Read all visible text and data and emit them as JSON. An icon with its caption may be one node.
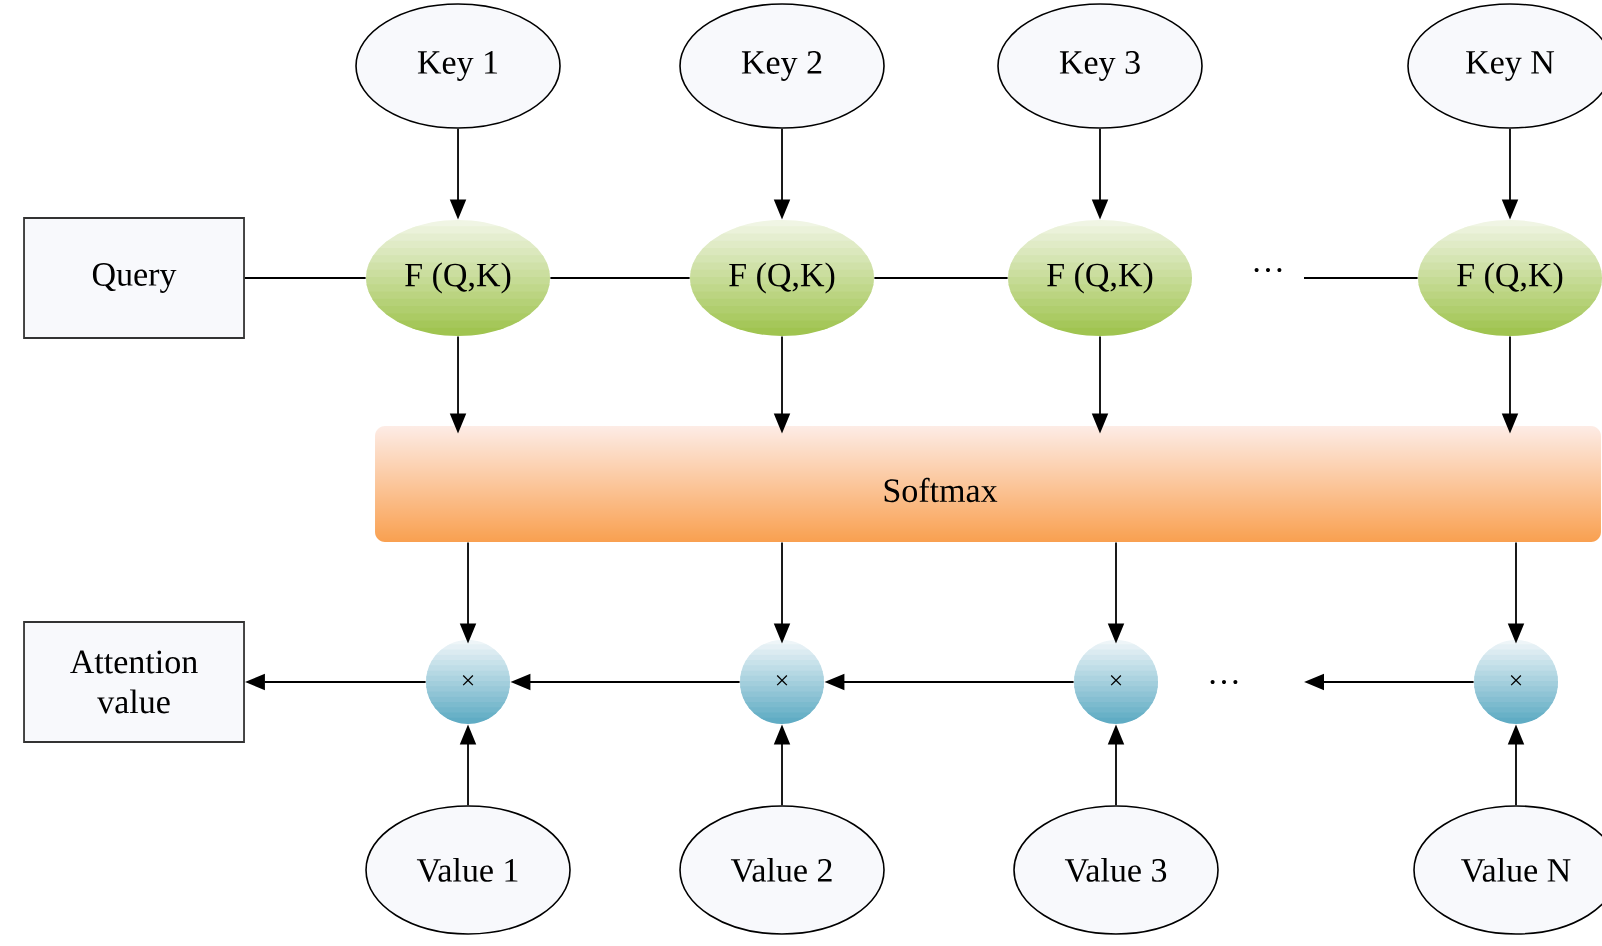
{
  "diagram": {
    "nodes": [
      {
        "text": [
          "Query"
        ]
      },
      {
        "text": [
          "Key 1"
        ]
      },
      {
        "text": [
          "Key 2"
        ]
      },
      {
        "text": [
          "Key 3"
        ]
      },
      {
        "text": [
          "Key N"
        ]
      },
      {
        "text": [
          "F (Q,K)"
        ]
      },
      {
        "text": [
          "F (Q,K)"
        ]
      },
      {
        "text": [
          "F (Q,K)"
        ]
      },
      {
        "text": [
          "F (Q,K)"
        ]
      },
      {
        "text": [
          "Softmax"
        ]
      },
      {
        "text": [
          "×"
        ]
      },
      {
        "text": [
          "×"
        ]
      },
      {
        "text": [
          "×"
        ]
      },
      {
        "text": [
          "×"
        ]
      },
      {
        "text": [
          "Attention value"
        ]
      },
      {
        "text": [
          "Value 1"
        ]
      },
      {
        "text": [
          "Value 2"
        ]
      },
      {
        "text": [
          "Value 3"
        ]
      },
      {
        "text": [
          "Value N"
        ]
      }
    ],
    "edges": [
      {
        "from": 1,
        "to": 5,
        "arrow": "to"
      },
      {
        "from": 2,
        "to": 6,
        "arrow": "to"
      },
      {
        "from": 3,
        "to": 7,
        "arrow": "to"
      },
      {
        "from": 4,
        "to": 8,
        "arrow": "to"
      },
      {
        "from": 0,
        "to": 5,
        "arrow": "none"
      },
      {
        "from": 5,
        "to": 6,
        "arrow": "none"
      },
      {
        "from": 6,
        "to": 7,
        "arrow": "none"
      },
      {
        "from": null,
        "to": 8,
        "arrow": "none"
      },
      {
        "from": 5,
        "to": 9,
        "arrow": "to"
      },
      {
        "from": 6,
        "to": 9,
        "arrow": "to"
      },
      {
        "from": 7,
        "to": 9,
        "arrow": "to"
      },
      {
        "from": 8,
        "to": 9,
        "arrow": "to"
      },
      {
        "from": 9,
        "to": 10,
        "arrow": "to"
      },
      {
        "from": 9,
        "to": 11,
        "arrow": "to"
      },
      {
        "from": 9,
        "to": 12,
        "arrow": "to"
      },
      {
        "from": 9,
        "to": 13,
        "arrow": "to"
      },
      {
        "from": 15,
        "to": 10,
        "arrow": "to"
      },
      {
        "from": 16,
        "to": 11,
        "arrow": "to"
      },
      {
        "from": 17,
        "to": 12,
        "arrow": "to"
      },
      {
        "from": 18,
        "to": 13,
        "arrow": "to"
      },
      {
        "from": 13,
        "to": null,
        "arrow": "to"
      },
      {
        "from": 12,
        "to": 11,
        "arrow": "to"
      },
      {
        "from": 11,
        "to": 10,
        "arrow": "to"
      },
      {
        "from": 10,
        "to": 14,
        "arrow": "to"
      }
    ],
    "labels": [
      "…",
      "…"
    ]
  }
}
